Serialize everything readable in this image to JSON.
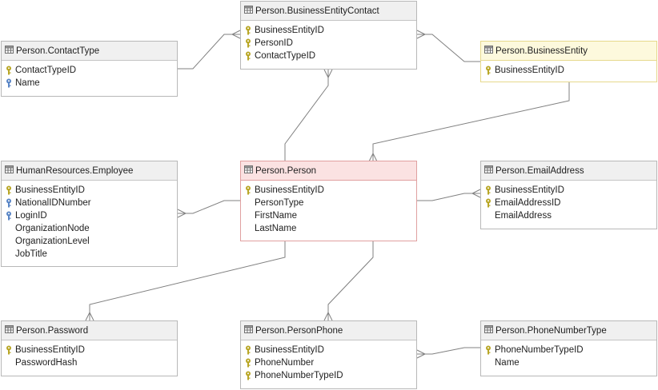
{
  "colors": {
    "primary_key": "#b9a727",
    "foreign_key": "#5a86c6",
    "selected_header": "#fbe2e2",
    "highlight_header": "#fdf9dd",
    "line": "#808080"
  },
  "tables": {
    "bec": {
      "name": "Person.BusinessEntityContact",
      "columns": [
        {
          "name": "BusinessEntityID",
          "key": "primary"
        },
        {
          "name": "PersonID",
          "key": "primary"
        },
        {
          "name": "ContactTypeID",
          "key": "primary"
        }
      ]
    },
    "contacttype": {
      "name": "Person.ContactType",
      "columns": [
        {
          "name": "ContactTypeID",
          "key": "primary"
        },
        {
          "name": "Name",
          "key": "foreign"
        }
      ]
    },
    "businessentity": {
      "name": "Person.BusinessEntity",
      "columns": [
        {
          "name": "BusinessEntityID",
          "key": "primary"
        }
      ]
    },
    "employee": {
      "name": "HumanResources.Employee",
      "columns": [
        {
          "name": "BusinessEntityID",
          "key": "primary"
        },
        {
          "name": "NationalIDNumber",
          "key": "foreign"
        },
        {
          "name": "LoginID",
          "key": "foreign"
        },
        {
          "name": "OrganizationNode",
          "key": "none"
        },
        {
          "name": "OrganizationLevel",
          "key": "none"
        },
        {
          "name": "JobTitle",
          "key": "none"
        }
      ]
    },
    "person": {
      "name": "Person.Person",
      "columns": [
        {
          "name": "BusinessEntityID",
          "key": "primary"
        },
        {
          "name": "PersonType",
          "key": "none"
        },
        {
          "name": "FirstName",
          "key": "none"
        },
        {
          "name": "LastName",
          "key": "none"
        }
      ]
    },
    "email": {
      "name": "Person.EmailAddress",
      "columns": [
        {
          "name": "BusinessEntityID",
          "key": "primary"
        },
        {
          "name": "EmailAddressID",
          "key": "primary"
        },
        {
          "name": "EmailAddress",
          "key": "none"
        }
      ]
    },
    "password": {
      "name": "Person.Password",
      "columns": [
        {
          "name": "BusinessEntityID",
          "key": "primary"
        },
        {
          "name": "PasswordHash",
          "key": "none"
        }
      ]
    },
    "phone": {
      "name": "Person.PersonPhone",
      "columns": [
        {
          "name": "BusinessEntityID",
          "key": "primary"
        },
        {
          "name": "PhoneNumber",
          "key": "primary"
        },
        {
          "name": "PhoneNumberTypeID",
          "key": "primary"
        }
      ]
    },
    "phonetype": {
      "name": "Person.PhoneNumberType",
      "columns": [
        {
          "name": "PhoneNumberTypeID",
          "key": "primary"
        },
        {
          "name": "Name",
          "key": "none"
        }
      ]
    }
  }
}
